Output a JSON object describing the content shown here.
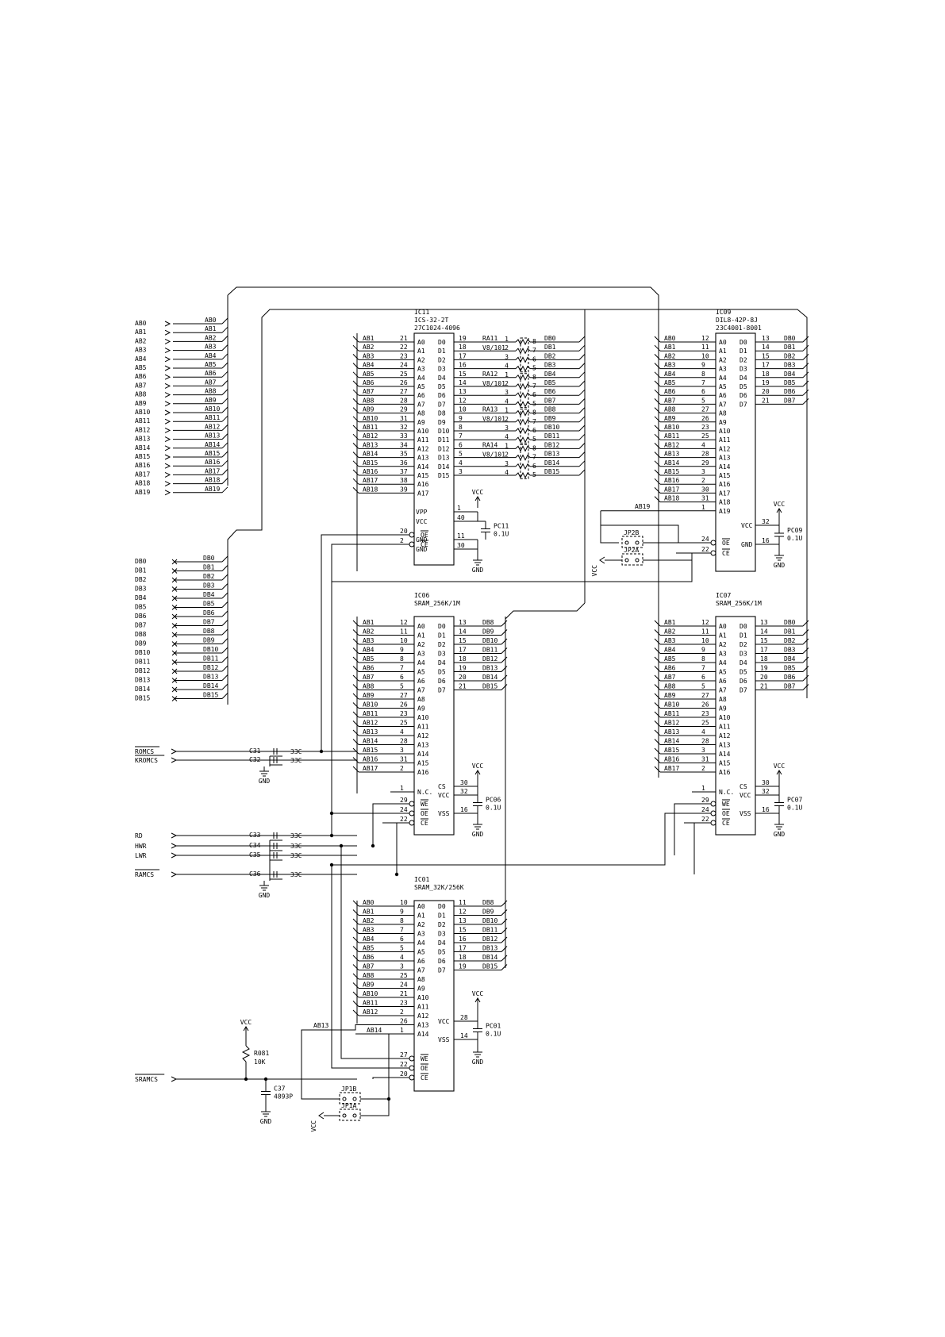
{
  "input_nets": {
    "address": [
      "AB0",
      "AB1",
      "AB2",
      "AB3",
      "AB4",
      "AB5",
      "AB6",
      "AB7",
      "AB8",
      "AB9",
      "AB10",
      "AB11",
      "AB12",
      "AB13",
      "AB14",
      "AB15",
      "AB16",
      "AB17",
      "AB18",
      "AB19"
    ],
    "data": [
      "DB0",
      "DB1",
      "DB2",
      "DB3",
      "DB4",
      "DB5",
      "DB6",
      "DB7",
      "DB8",
      "DB9",
      "DB10",
      "DB11",
      "DB12",
      "DB13",
      "DB14",
      "DB15"
    ],
    "controls": [
      {
        "net": "ROMCS",
        "cap": "C31",
        "val": "33C"
      },
      {
        "net": "KROMCS",
        "cap": "C32",
        "val": "33C"
      },
      {
        "net": "RD",
        "cap": "C33",
        "val": "33C"
      },
      {
        "net": "HWR",
        "cap": "C34",
        "val": "33C"
      },
      {
        "net": "LWR",
        "cap": "C35",
        "val": "33C"
      },
      {
        "net": "RAMCS",
        "cap": "C36",
        "val": "33C"
      },
      {
        "net": "SRAMCS",
        "cap": "",
        "val": ""
      }
    ]
  },
  "ic11": {
    "ref": "IC11",
    "pkg": "ICS-32-2T",
    "part": "27C1024-4096",
    "addr_nets": [
      "AB1",
      "AB2",
      "AB3",
      "AB4",
      "AB5",
      "AB6",
      "AB7",
      "AB8",
      "AB9",
      "AB10",
      "AB11",
      "AB12",
      "AB13",
      "AB14",
      "AB15",
      "AB16",
      "AB17",
      "AB18"
    ],
    "addr_pins": [
      "21",
      "22",
      "23",
      "24",
      "25",
      "26",
      "27",
      "28",
      "29",
      "31",
      "32",
      "33",
      "34",
      "35",
      "36",
      "37",
      "38",
      "39"
    ],
    "addr_names": [
      "A0",
      "A1",
      "A2",
      "A3",
      "A4",
      "A5",
      "A6",
      "A7",
      "A8",
      "A9",
      "A10",
      "A11",
      "A12",
      "A13",
      "A14",
      "A15",
      "A16",
      "A17"
    ],
    "data_names": [
      "D0",
      "D1",
      "D2",
      "D3",
      "D4",
      "D5",
      "D6",
      "D7",
      "D8",
      "D9",
      "D10",
      "D11",
      "D12",
      "D13",
      "D14",
      "D15"
    ],
    "data_pins": [
      "19",
      "18",
      "17",
      "16",
      "15",
      "14",
      "13",
      "12",
      "10",
      "9",
      "8",
      "7",
      "6",
      "5",
      "4",
      "3"
    ],
    "data_nets": [
      "DB0",
      "DB1",
      "DB2",
      "DB3",
      "DB4",
      "DB5",
      "DB6",
      "DB7",
      "DB8",
      "DB9",
      "DB10",
      "DB11",
      "DB12",
      "DB13",
      "DB14",
      "DB15"
    ],
    "power": [
      {
        "name": "VPP",
        "pin": "1"
      },
      {
        "name": "VCC",
        "pin": "40"
      },
      {
        "name": "GND",
        "pin": "11"
      },
      {
        "name": "GND",
        "pin": "30"
      }
    ],
    "ctrl": [
      {
        "name": "OE",
        "pin": "20"
      },
      {
        "name": "CE",
        "pin": "2"
      }
    ],
    "decap": {
      "ref": "PC11",
      "val": "0.1U"
    }
  },
  "resistor_arrays": [
    {
      "ref": "RA11",
      "val": "V8/101"
    },
    {
      "ref": "RA12",
      "val": "V8/101"
    },
    {
      "ref": "RA13",
      "val": "V8/101"
    },
    {
      "ref": "RA14",
      "val": "V8/101"
    }
  ],
  "ra_pins": {
    "left": [
      "1",
      "2",
      "3",
      "4"
    ],
    "right": [
      "8",
      "7",
      "6",
      "5"
    ]
  },
  "ic09": {
    "ref": "IC09",
    "pkg": "DIL8-42P-8J",
    "part": "23C4001-8001",
    "addr_nets": [
      "AB0",
      "AB1",
      "AB2",
      "AB3",
      "AB4",
      "AB5",
      "AB6",
      "AB7",
      "AB8",
      "AB9",
      "AB10",
      "AB11",
      "AB12",
      "AB13",
      "AB14",
      "AB15",
      "AB16",
      "AB17",
      "AB18"
    ],
    "addr_pins": [
      "12",
      "11",
      "10",
      "9",
      "8",
      "7",
      "6",
      "5",
      "27",
      "26",
      "23",
      "25",
      "4",
      "28",
      "29",
      "3",
      "2",
      "30",
      "31"
    ],
    "addr_names": [
      "A0",
      "A1",
      "A2",
      "A3",
      "A4",
      "A5",
      "A6",
      "A7",
      "A8",
      "A9",
      "A10",
      "A11",
      "A12",
      "A13",
      "A14",
      "A15",
      "A16",
      "A17",
      "A18"
    ],
    "data_names": [
      "D0",
      "D1",
      "D2",
      "D3",
      "D4",
      "D5",
      "D6",
      "D7"
    ],
    "data_pins": [
      "13",
      "14",
      "15",
      "17",
      "18",
      "19",
      "20",
      "21"
    ],
    "data_nets": [
      "DB0",
      "DB1",
      "DB2",
      "DB3",
      "DB4",
      "DB5",
      "DB6",
      "DB7"
    ],
    "a19": {
      "name": "A19",
      "pin": "1",
      "net": "AB19"
    },
    "power": [
      {
        "name": "VCC",
        "pin": "32"
      },
      {
        "name": "GND",
        "pin": "16"
      }
    ],
    "ctrl": [
      {
        "name": "OE",
        "pin": "24"
      },
      {
        "name": "CE",
        "pin": "22"
      }
    ],
    "decap": {
      "ref": "PC09",
      "val": "0.1U"
    }
  },
  "ic06": {
    "ref": "IC06",
    "part": "SRAM_256K/1M",
    "addr_nets": [
      "AB1",
      "AB2",
      "AB3",
      "AB4",
      "AB5",
      "AB6",
      "AB7",
      "AB8",
      "AB9",
      "AB10",
      "AB11",
      "AB12",
      "AB13",
      "AB14",
      "AB15",
      "AB16",
      "AB17"
    ],
    "addr_pins": [
      "12",
      "11",
      "10",
      "9",
      "8",
      "7",
      "6",
      "5",
      "27",
      "26",
      "23",
      "25",
      "4",
      "28",
      "3",
      "31",
      "2"
    ],
    "data_pins": [
      "13",
      "14",
      "15",
      "17",
      "18",
      "19",
      "20",
      "21"
    ],
    "data_nets": [
      "DB8",
      "DB9",
      "DB10",
      "DB11",
      "DB12",
      "DB13",
      "DB14",
      "DB15"
    ],
    "power": [
      {
        "name": "N.C.",
        "pin": "1"
      },
      {
        "name": "CS",
        "pin": "30"
      },
      {
        "name": "VCC",
        "pin": "32"
      },
      {
        "name": "VSS",
        "pin": "16"
      }
    ],
    "ctrl": [
      {
        "name": "WE",
        "pin": "29"
      },
      {
        "name": "OE",
        "pin": "24"
      },
      {
        "name": "CE",
        "pin": "22"
      }
    ],
    "decap": {
      "ref": "PC06",
      "val": "0.1U"
    }
  },
  "ic07": {
    "ref": "IC07",
    "part": "SRAM_256K/1M",
    "addr_nets": [
      "AB1",
      "AB2",
      "AB3",
      "AB4",
      "AB5",
      "AB6",
      "AB7",
      "AB8",
      "AB9",
      "AB10",
      "AB11",
      "AB12",
      "AB13",
      "AB14",
      "AB15",
      "AB16",
      "AB17"
    ],
    "addr_pins": [
      "12",
      "11",
      "10",
      "9",
      "8",
      "7",
      "6",
      "5",
      "27",
      "26",
      "23",
      "25",
      "4",
      "28",
      "3",
      "31",
      "2"
    ],
    "data_pins": [
      "13",
      "14",
      "15",
      "17",
      "18",
      "19",
      "20",
      "21"
    ],
    "data_nets": [
      "DB0",
      "DB1",
      "DB2",
      "DB3",
      "DB4",
      "DB5",
      "DB6",
      "DB7"
    ],
    "power": [
      {
        "name": "N.C.",
        "pin": "1"
      },
      {
        "name": "CS",
        "pin": "30"
      },
      {
        "name": "VCC",
        "pin": "32"
      },
      {
        "name": "VSS",
        "pin": "16"
      }
    ],
    "ctrl": [
      {
        "name": "WE",
        "pin": "29"
      },
      {
        "name": "OE",
        "pin": "24"
      },
      {
        "name": "CE",
        "pin": "22"
      }
    ],
    "decap": {
      "ref": "PC07",
      "val": "0.1U"
    }
  },
  "ic01": {
    "ref": "IC01",
    "part": "SRAM_32K/256K",
    "addr_nets": [
      "AB0",
      "AB1",
      "AB2",
      "AB3",
      "AB4",
      "AB5",
      "AB6",
      "AB7",
      "AB8",
      "AB9",
      "AB10",
      "AB11",
      "AB12"
    ],
    "addr_pins": [
      "10",
      "9",
      "8",
      "7",
      "6",
      "5",
      "4",
      "3",
      "25",
      "24",
      "21",
      "23",
      "2"
    ],
    "addr_names": [
      "A0",
      "A1",
      "A2",
      "A3",
      "A4",
      "A5",
      "A6",
      "A7",
      "A8",
      "A9",
      "A10",
      "A11",
      "A12"
    ],
    "data_pins": [
      "11",
      "12",
      "13",
      "15",
      "16",
      "17",
      "18",
      "19"
    ],
    "data_nets": [
      "DB8",
      "DB9",
      "DB10",
      "DB11",
      "DB12",
      "DB13",
      "DB14",
      "DB15"
    ],
    "a13": {
      "name": "A13",
      "pin": "26",
      "net": "AB13"
    },
    "a14": {
      "name": "A14",
      "pin": "1",
      "net": "AB14"
    },
    "power": [
      {
        "name": "VCC",
        "pin": "28"
      },
      {
        "name": "VSS",
        "pin": "14"
      }
    ],
    "ctrl": [
      {
        "name": "WE",
        "pin": "27"
      },
      {
        "name": "OE",
        "pin": "22"
      },
      {
        "name": "CE",
        "pin": "20"
      }
    ],
    "decap": {
      "ref": "PC01",
      "val": "0.1U"
    }
  },
  "jumpers": [
    "JP2B",
    "JP2A",
    "JP1B",
    "JP1A"
  ],
  "r081": {
    "ref": "R081",
    "val": "10K"
  },
  "c37": {
    "ref": "C37",
    "val": "4893P"
  },
  "labels": {
    "vcc": "VCC",
    "gnd": "GND"
  }
}
